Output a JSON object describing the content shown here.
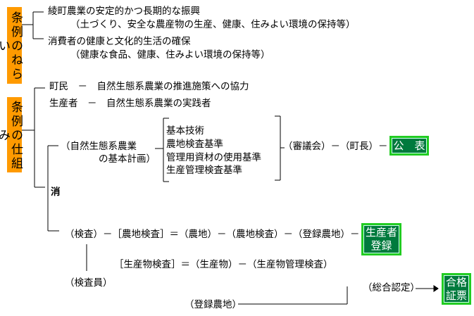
{
  "aim": {
    "label": "条例のねらい",
    "items": [
      {
        "main": "綾町農業の安定的かつ長期的な振興",
        "sub": "（土づくり、安全な農産物の生産、健康、住みよい環境の保持等）"
      },
      {
        "main": "消費者の健康と文化的生活の確保",
        "sub": "（健康な食品、健康、住みよい環境の保持等）"
      }
    ]
  },
  "structure": {
    "label": "条例の仕組み",
    "roles": [
      "町民　－　自然生態系農業の推進施策への協力",
      "生産者　－　自然生態系農業の実践者"
    ],
    "plan_line1": "（自然生態系農業",
    "plan_line2": "の基本計画）",
    "standards": [
      "基本技術",
      "農地検査基準",
      "管理用資材の使用基準",
      "生産管理検査基準"
    ],
    "approval_chain": "（審議会）－（町長）－",
    "publish_box": "公　表",
    "mark": "消",
    "inspection_chain": "（検査）－［農地検査］＝（農地）－（農地検査）－（登録農地）－",
    "registration_box_line1": "生産者",
    "registration_box_line2": "登録",
    "product_chain": "［生産物検査］＝（生産物）－（生産物管理検査）",
    "inspector": "（検査員）",
    "registered_land": "（登録農地）",
    "certification": "（総合認定）",
    "certificate_box_line1": "合格",
    "certificate_box_line2": "証票"
  }
}
